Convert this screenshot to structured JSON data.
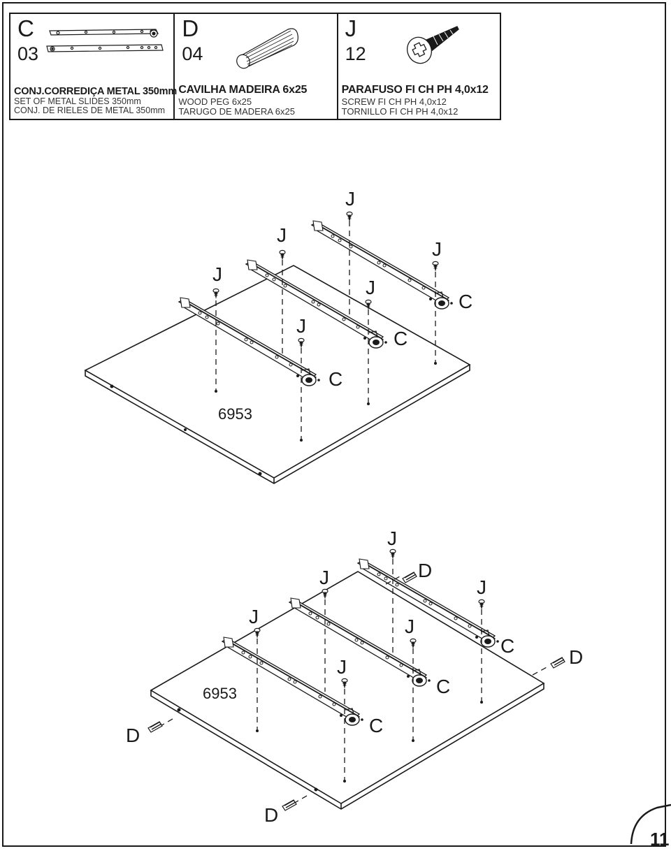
{
  "parts": [
    {
      "letter": "C",
      "qty": "03",
      "name": "CONJ.CORREDIÇA METAL 350mm",
      "name_en": "SET OF METAL SLIDES 350mm",
      "name_es": "CONJ. DE RIELES DE METAL 350mm",
      "icon": "metal-slide-icon"
    },
    {
      "letter": "D",
      "qty": "04",
      "name": "CAVILHA MADEIRA 6x25",
      "name_en": "WOOD PEG 6x25",
      "name_es": "TARUGO DE MADERA 6x25",
      "icon": "wood-peg-icon"
    },
    {
      "letter": "J",
      "qty": "12",
      "name": "PARAFUSO FI CH PH 4,0x12",
      "name_en": "SCREW FI CH PH 4,0x12",
      "name_es": "TORNILLO FI CH PH 4,0x12",
      "icon": "screw-icon"
    }
  ],
  "step1": {
    "panel_code": "6953",
    "screw_labels": [
      "J",
      "J",
      "J",
      "J",
      "J",
      "J"
    ],
    "slide_labels": [
      "C",
      "C",
      "C"
    ]
  },
  "step2": {
    "panel_code": "6953",
    "screw_labels": [
      "J",
      "J",
      "J",
      "J",
      "J",
      "J"
    ],
    "slide_labels": [
      "C",
      "C",
      "C"
    ],
    "peg_labels": [
      "D",
      "D",
      "D",
      "D"
    ]
  },
  "page_number": "11"
}
